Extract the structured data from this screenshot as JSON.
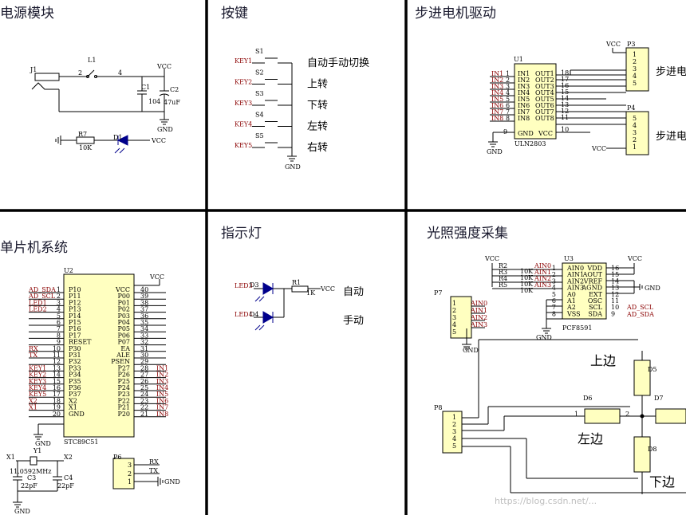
{
  "panels": {
    "power": "电源模块",
    "keys": "按键",
    "stepper": "步进电机驱动",
    "mcu": "单片机系统",
    "led": "指示灯",
    "light": "光照强度采集"
  },
  "power": {
    "j1": "J1",
    "l1": "L1",
    "pin2": "2",
    "pin4": "4",
    "c1": "C1",
    "c1v": "104",
    "c2": "C2",
    "c2v": "47uF",
    "vcc": "VCC",
    "gnd": "GND",
    "r7": "R7",
    "r7v": "10K",
    "d1": "D1",
    "vcc2": "VCC"
  },
  "keys": {
    "rows": [
      {
        "net": "KEY1",
        "sw": "S1",
        "label": "自动手动切换"
      },
      {
        "net": "KEY2",
        "sw": "S2",
        "label": "上转"
      },
      {
        "net": "KEY3",
        "sw": "S3",
        "label": "下转"
      },
      {
        "net": "KEY4",
        "sw": "S4",
        "label": "左转"
      },
      {
        "net": "KEY5",
        "sw": "S5",
        "label": "右转"
      }
    ],
    "gnd": "GND"
  },
  "stepper": {
    "u1": "U1",
    "part": "ULN2803",
    "inputs": [
      "IN1",
      "IN2",
      "IN3",
      "IN4",
      "IN5",
      "IN6",
      "IN7",
      "IN8"
    ],
    "in_nums": [
      "1",
      "2",
      "3",
      "4",
      "5",
      "6",
      "7",
      "8"
    ],
    "in_pins": [
      "IN1",
      "IN2",
      "IN3",
      "IN4",
      "IN5",
      "IN6",
      "IN7",
      "IN8"
    ],
    "out_pins": [
      "OUT1",
      "OUT2",
      "OUT3",
      "OUT4",
      "OUT5",
      "OUT6",
      "OUT7",
      "OUT8"
    ],
    "out_nums": [
      "18",
      "17",
      "16",
      "15",
      "14",
      "13",
      "12",
      "11"
    ],
    "gnd_pin": "GND",
    "vcc_pin": "VCC",
    "p9": "9",
    "p10": "10",
    "gnd": "GND",
    "vcc": "VCC",
    "vcc2": "VCC",
    "p3": "P3",
    "p4": "P4",
    "p3_nums": [
      "1",
      "2",
      "3",
      "4",
      "5"
    ],
    "p4_nums": [
      "5",
      "4",
      "3",
      "2",
      "1"
    ],
    "m1": "步进电",
    "m2": "步进电"
  },
  "mcu": {
    "u2": "U2",
    "part": "STC89C51",
    "vcc": "VCC",
    "gnd": "GND",
    "left_nets": [
      "AD_SDA",
      "AD_SCL",
      "LED1",
      "LED2",
      "",
      "",
      "",
      "",
      "",
      "RX",
      "TX",
      "",
      "KEY1",
      "KEY2",
      "KEY3",
      "KEY4",
      "KEY5",
      "X2",
      "X1",
      ""
    ],
    "left_nums": [
      "1",
      "2",
      "3",
      "4",
      "5",
      "6",
      "7",
      "8",
      "9",
      "10",
      "11",
      "12",
      "13",
      "14",
      "15",
      "16",
      "17",
      "18",
      "19",
      "20"
    ],
    "left_pins": [
      "P10",
      "P11",
      "P12",
      "P13",
      "P14",
      "P15",
      "P16",
      "P17",
      "RESET",
      "P30",
      "P31",
      "P32",
      "P33",
      "P34",
      "P35",
      "P36",
      "P37",
      "X2",
      "X1",
      "GND"
    ],
    "right_pins": [
      "VCC",
      "P00",
      "P01",
      "P02",
      "P03",
      "P04",
      "P05",
      "P06",
      "P07",
      "EA",
      "ALE",
      "PSEN",
      "P27",
      "P26",
      "P25",
      "P24",
      "P23",
      "P22",
      "P21",
      "P20"
    ],
    "right_nums": [
      "40",
      "39",
      "38",
      "37",
      "36",
      "35",
      "34",
      "33",
      "32",
      "31",
      "30",
      "29",
      "28",
      "27",
      "26",
      "25",
      "24",
      "23",
      "22",
      "21"
    ],
    "right_nets": [
      "",
      "",
      "",
      "",
      "",
      "",
      "",
      "",
      "",
      "",
      "",
      "",
      "IN1",
      "IN2",
      "IN3",
      "IN4",
      "IN5",
      "IN6",
      "IN7",
      "IN8"
    ],
    "x1": "X1",
    "y1": "Y1",
    "x2": "X2",
    "crystal": "11.0592MHz",
    "c3": "C3",
    "c3v": "22pF",
    "c4": "C4",
    "c4v": "22pF",
    "gnd2": "GND",
    "p6": "P6",
    "p6_nums": [
      "3",
      "2",
      "1"
    ],
    "rx": "RX",
    "tx": "TX",
    "gnd3": "GND"
  },
  "led": {
    "led3": "LED3",
    "led4": "LED4",
    "d3": "D3",
    "d4": "D4",
    "r1": "R1",
    "r1v": "1K",
    "vcc": "VCC",
    "auto": "自动",
    "manual": "手动"
  },
  "light": {
    "vcc": "VCC",
    "u3": "U3",
    "part": "PCF8591",
    "res": [
      "R2",
      "R3",
      "R4",
      "R5"
    ],
    "resv": [
      "10K",
      "10K",
      "10K",
      "10K"
    ],
    "nets": [
      "AIN0",
      "AIN1",
      "AIN2",
      "AIN3"
    ],
    "left_pins": [
      "AIN0",
      "AIN1",
      "AIN2",
      "AIN3",
      "A0",
      "A1",
      "A2",
      "VSS"
    ],
    "left_nums": [
      "1",
      "2",
      "3",
      "4",
      "5",
      "6",
      "7",
      "8"
    ],
    "right_pins": [
      "VDD",
      "AOUT",
      "VREF",
      "AGND",
      "EXT",
      "OSC",
      "SCL",
      "SDA"
    ],
    "right_nums": [
      "16",
      "15",
      "14",
      "13",
      "12",
      "11",
      "10",
      "9"
    ],
    "scl": "AD_SCL",
    "sda": "AD_SDA",
    "gnd": "GND",
    "gnd2": "GND",
    "vcc2": "VCC",
    "p7": "P7",
    "p7_nums": [
      "1",
      "2",
      "3",
      "4",
      "5"
    ],
    "p7_nets": [
      "AIN0",
      "AIN1",
      "AIN2",
      "AIN3"
    ],
    "p8": "P8",
    "p8_nums": [
      "1",
      "2",
      "3",
      "4",
      "5"
    ],
    "d5": "D5",
    "d6": "D6",
    "d7": "D7",
    "d8": "D8",
    "top": "上边",
    "left": "左边",
    "bottom": "下边",
    "pin1": "1",
    "pin2": "2"
  },
  "watermark": "https://blog.csdn.net/..."
}
